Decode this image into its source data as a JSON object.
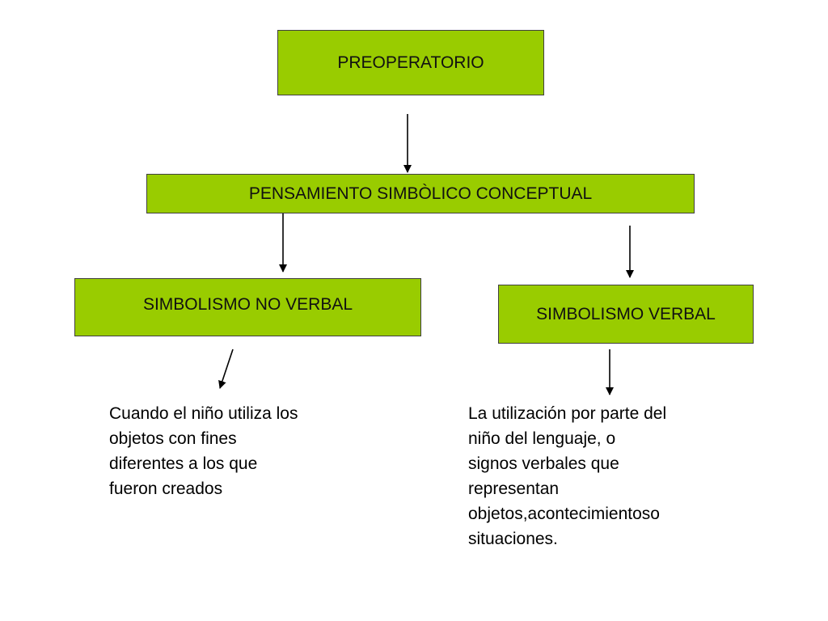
{
  "colors": {
    "box_fill": "#99cc00",
    "box_border": "#404040",
    "arrow": "#000000"
  },
  "nodes": {
    "top": "PREOPERATORIO",
    "middle": "PENSAMIENTO SIMBÒLICO CONCEPTUAL",
    "left": "SIMBOLISMO NO VERBAL",
    "right": "SIMBOLISMO VERBAL"
  },
  "descriptions": {
    "left": "Cuando el niño utiliza los\nobjetos con fines\ndiferentes a los que\nfueron creados",
    "right": "La utilización por parte del\nniño del lenguaje, o\nsignos verbales que\nrepresentan\nobjetos,acontecimientoso\nsituaciones."
  },
  "edges": [
    {
      "from": "top",
      "to": "middle"
    },
    {
      "from": "middle",
      "to": "left"
    },
    {
      "from": "middle",
      "to": "right"
    },
    {
      "from": "left",
      "to": "description-left"
    },
    {
      "from": "right",
      "to": "description-right"
    }
  ]
}
